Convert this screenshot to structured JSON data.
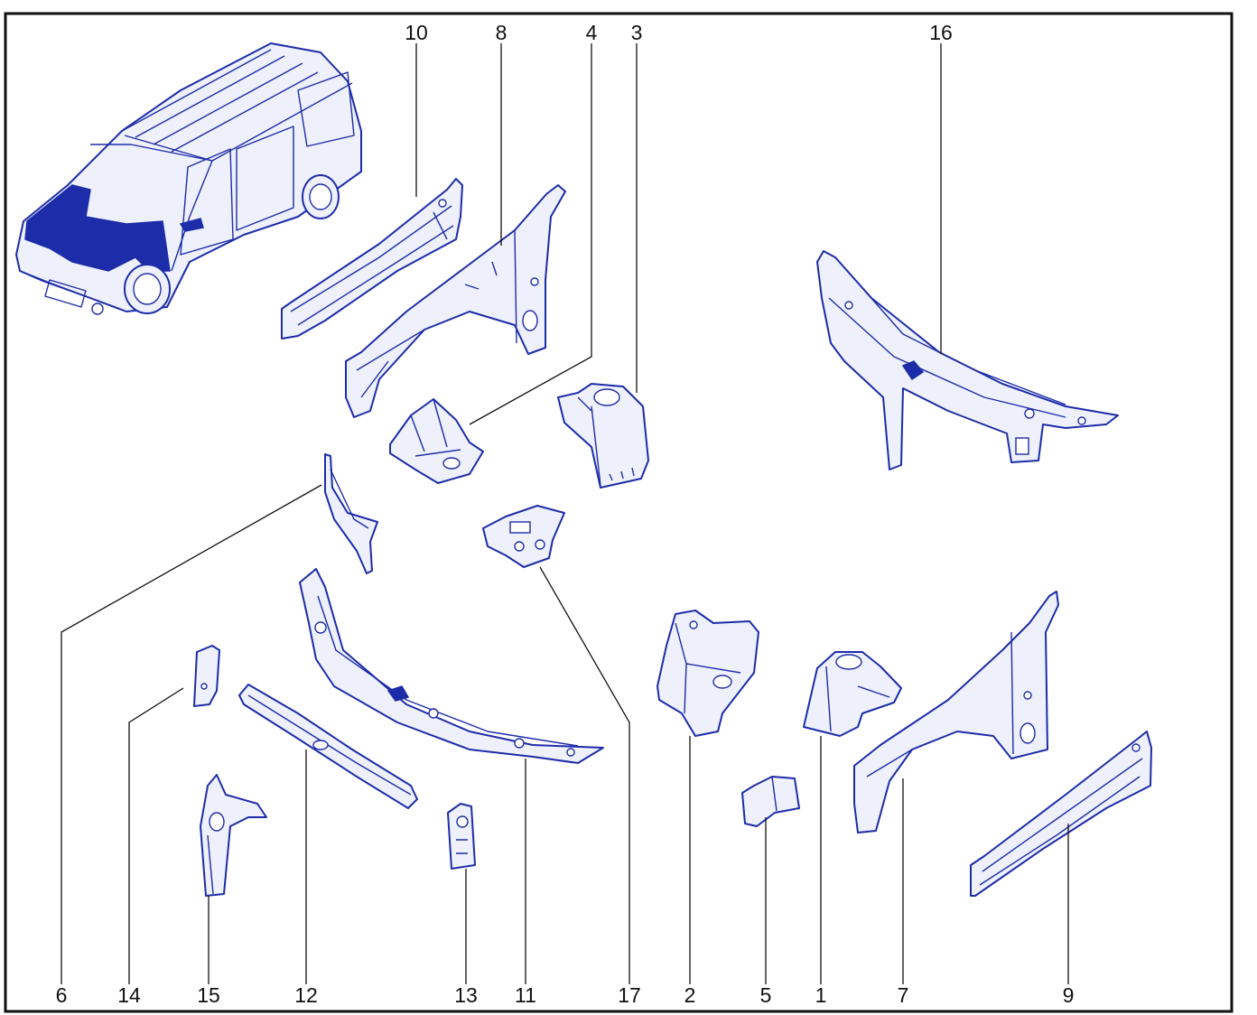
{
  "diagram": {
    "accent_color": "#1d2ca8",
    "border_color": "#111111",
    "callouts": {
      "c1": "1",
      "c2": "2",
      "c3": "3",
      "c4": "4",
      "c5": "5",
      "c6": "6",
      "c7": "7",
      "c8": "8",
      "c9": "9",
      "c10": "10",
      "c11": "11",
      "c12": "12",
      "c13": "13",
      "c14": "14",
      "c15": "15",
      "c16": "16",
      "c17": "17"
    }
  }
}
